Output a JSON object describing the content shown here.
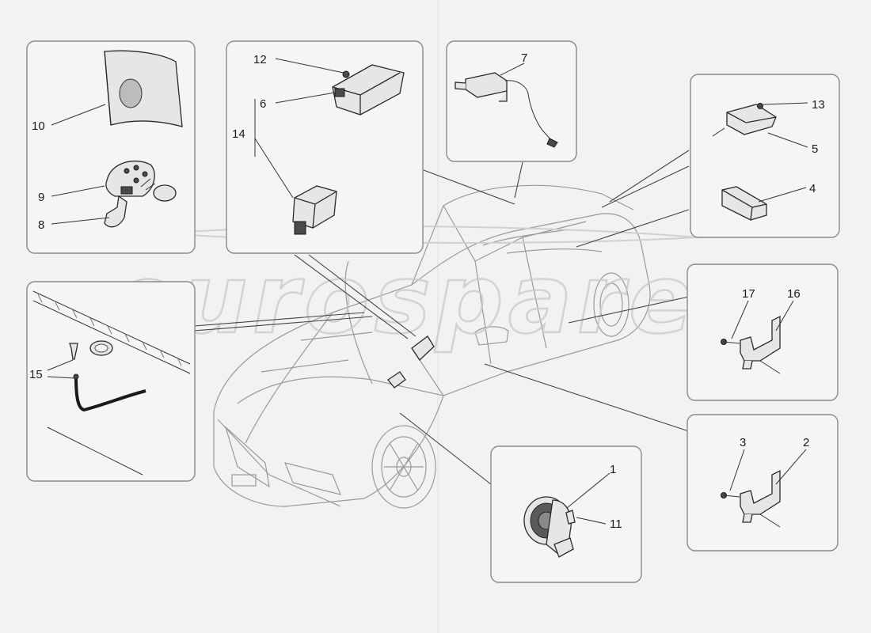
{
  "watermark": "eurospares",
  "callouts": {
    "c1": "1",
    "c2": "2",
    "c3": "3",
    "c4": "4",
    "c5": "5",
    "c6": "6",
    "c7": "7",
    "c8": "8",
    "c9": "9",
    "c10": "10",
    "c11": "11",
    "c12": "12",
    "c13": "13",
    "c14": "14",
    "c15": "15",
    "c16": "16",
    "c17": "17"
  },
  "colors": {
    "background": "#f2f2f2",
    "box_fill": "#f5f5f5",
    "box_stroke": "#8a8a8a",
    "line": "#333333",
    "watermark": "#c9c9c9"
  }
}
